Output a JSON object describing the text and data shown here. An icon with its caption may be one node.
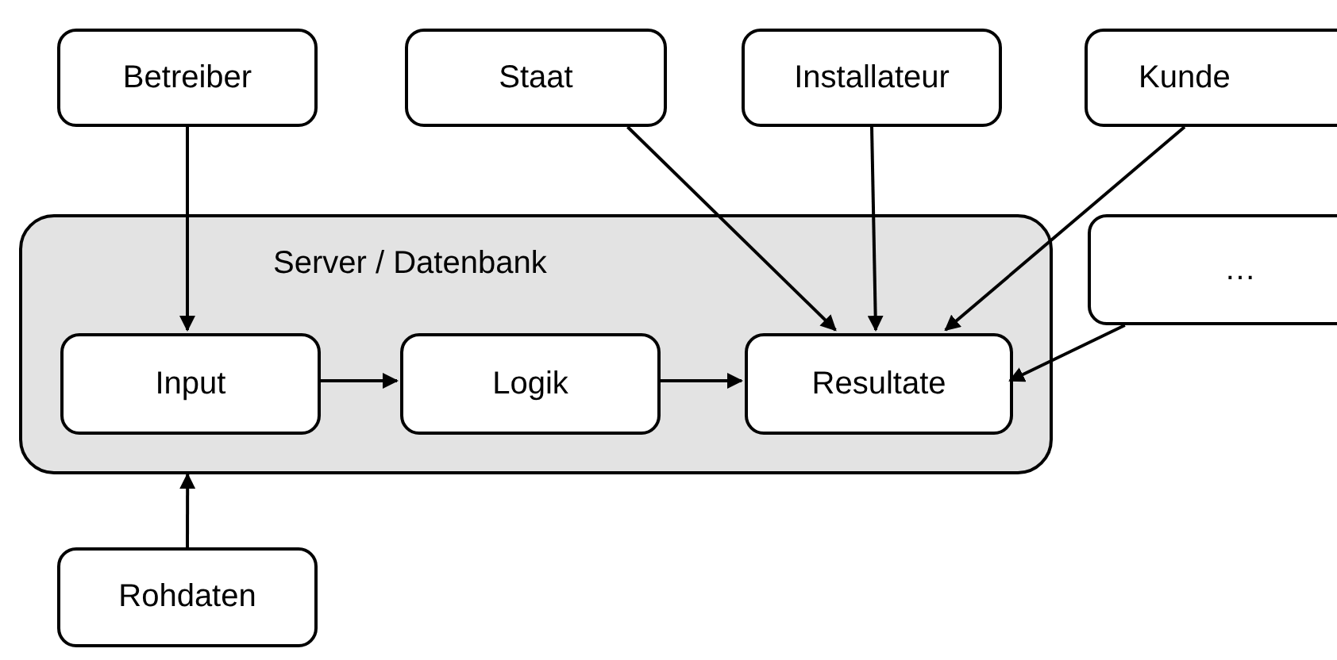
{
  "diagram": {
    "nodes": [
      {
        "text": [
          "Betreiber"
        ]
      },
      {
        "text": [
          "Staat"
        ]
      },
      {
        "text": [
          "Installateur"
        ]
      },
      {
        "text": [
          "Kunde"
        ]
      },
      {
        "text": [
          "Server / Datenbank"
        ]
      },
      {
        "text": [
          "Input"
        ],
        "in": 4
      },
      {
        "text": [
          "Logik"
        ],
        "in": 4
      },
      {
        "text": [
          "Resultate"
        ],
        "in": 4
      },
      {
        "text": [
          "…"
        ]
      },
      {
        "text": [
          "Rohdaten"
        ]
      }
    ],
    "edges": [
      {
        "from": 0,
        "to": 5,
        "arrow": "to"
      },
      {
        "from": 1,
        "to": 7,
        "arrow": "to"
      },
      {
        "from": 2,
        "to": 7,
        "arrow": "to"
      },
      {
        "from": 3,
        "to": 7,
        "arrow": "to"
      },
      {
        "from": 8,
        "to": 7,
        "arrow": "to"
      },
      {
        "from": 5,
        "to": 6,
        "arrow": "to"
      },
      {
        "from": 6,
        "to": 7,
        "arrow": "to"
      },
      {
        "from": 9,
        "to": 4,
        "arrow": "to"
      }
    ]
  }
}
